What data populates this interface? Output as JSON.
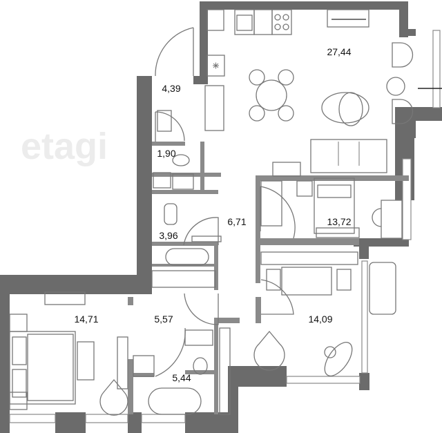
{
  "plan": {
    "watermark": "etagi",
    "rooms": [
      {
        "id": "kitchen-living",
        "area": "27,44"
      },
      {
        "id": "entrance",
        "area": "4,39"
      },
      {
        "id": "wc",
        "area": "1,90"
      },
      {
        "id": "bathroom-1",
        "area": "3,96"
      },
      {
        "id": "hall",
        "area": "6,71"
      },
      {
        "id": "bedroom-1",
        "area": "13,72"
      },
      {
        "id": "bedroom-2",
        "area": "14,71"
      },
      {
        "id": "corridor",
        "area": "5,57"
      },
      {
        "id": "bedroom-3",
        "area": "14,09"
      },
      {
        "id": "bathroom-2",
        "area": "5,44"
      }
    ],
    "colors": {
      "wall": "#6b6b6b",
      "furniture": "#777777"
    }
  }
}
